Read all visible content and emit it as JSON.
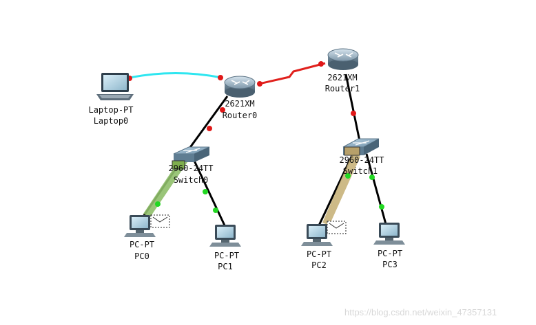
{
  "watermark": "https://blog.csdn.net/weixin_47357131",
  "devices": {
    "laptop0": {
      "model": "Laptop-PT",
      "name": "Laptop0"
    },
    "router0": {
      "model": "2621XM",
      "name": "Router0"
    },
    "router1": {
      "model": "2621XM",
      "name": "Router1"
    },
    "switch0": {
      "model": "2960-24TT",
      "name": "Switch0"
    },
    "switch1": {
      "model": "2960-24TT",
      "name": "Switch1"
    },
    "pc0": {
      "model": "PC-PT",
      "name": "PC0"
    },
    "pc1": {
      "model": "PC-PT",
      "name": "PC1"
    },
    "pc2": {
      "model": "PC-PT",
      "name": "PC2"
    },
    "pc3": {
      "model": "PC-PT",
      "name": "PC3"
    }
  },
  "link_colors": {
    "console": "#2ee6f0",
    "serial": "#e0201c",
    "ethernet": "#000000",
    "port_down": "#e01818",
    "port_up": "#22d822"
  }
}
